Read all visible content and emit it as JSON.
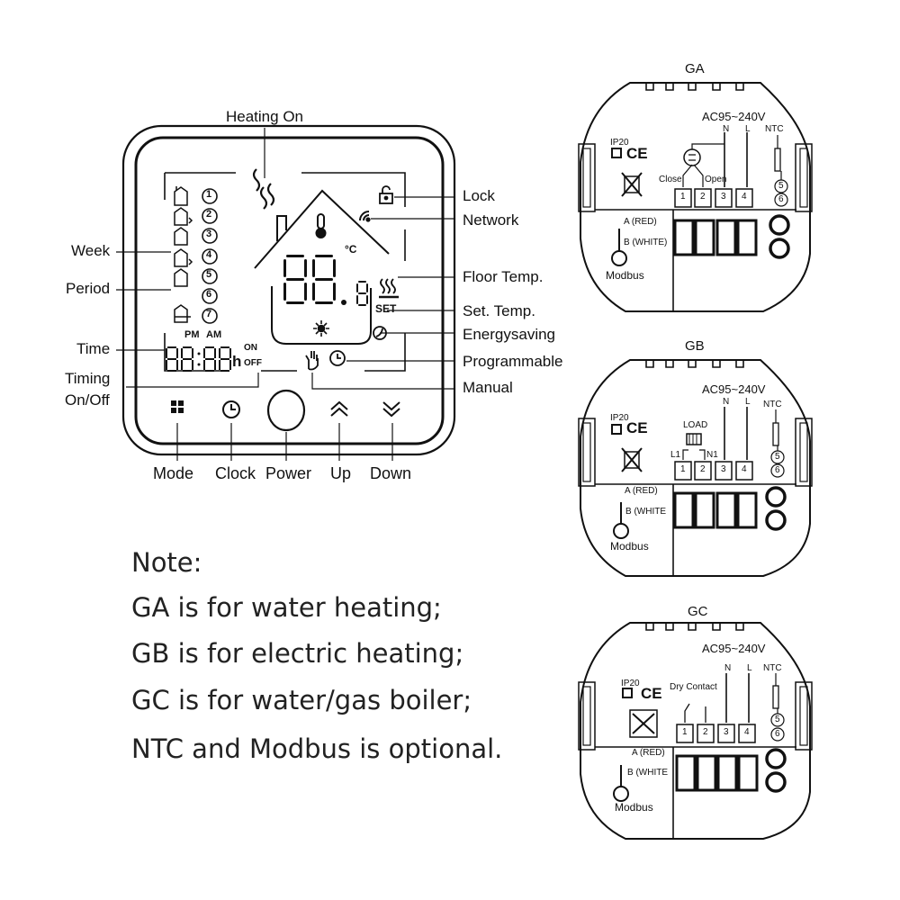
{
  "thermostat": {
    "callouts": {
      "heating_on": "Heating On",
      "lock": "Lock",
      "network": "Network",
      "week": "Week",
      "period": "Period",
      "floor_temp": "Floor Temp.",
      "set_temp": "Set. Temp.",
      "energysaving": "Energysaving",
      "time": "Time",
      "programmable": "Programmable",
      "timing_on_off_line1": "Timing",
      "timing_on_off_line2": "On/Off",
      "manual": "Manual"
    },
    "display": {
      "pm": "PM",
      "am": "AM",
      "on": "ON",
      "off": "OFF",
      "hour_unit": "h",
      "set": "SET",
      "degree_c": "°C",
      "periods": [
        "1",
        "2",
        "3",
        "4",
        "5",
        "6",
        "7"
      ]
    },
    "buttons": [
      {
        "label": "Mode",
        "icon": "grid-icon"
      },
      {
        "label": "Clock",
        "icon": "clock-icon"
      },
      {
        "label": "Power",
        "icon": "power-icon"
      },
      {
        "label": "Up",
        "icon": "chevron-up-icon"
      },
      {
        "label": "Down",
        "icon": "chevron-down-icon"
      }
    ]
  },
  "notes": {
    "title": "Note:",
    "lines": [
      "GA is for water heating;",
      "GB is for electric heating;",
      "GC is for water/gas boiler;",
      "NTC and Modbus is optional."
    ]
  },
  "wiring": {
    "ga": {
      "title": "GA",
      "power": "AC95~240V",
      "ip20": "IP20",
      "ce": "CE",
      "n": "N",
      "l": "L",
      "ntc": "NTC",
      "close": "Close",
      "open": "Open",
      "terminals": [
        "1",
        "2",
        "3",
        "4"
      ],
      "sensor_terminals": [
        "5",
        "6"
      ],
      "a_red": "A (RED)",
      "b_white": "B (WHITE)",
      "modbus": "Modbus"
    },
    "gb": {
      "title": "GB",
      "power": "AC95~240V",
      "ip20": "IP20",
      "ce": "CE",
      "n": "N",
      "l": "L",
      "ntc": "NTC",
      "load": "LOAD",
      "l1": "L1",
      "n1": "N1",
      "terminals": [
        "1",
        "2",
        "3",
        "4"
      ],
      "sensor_terminals": [
        "5",
        "6"
      ],
      "a_red": "A (RED)",
      "b_white": "B (WHITE",
      "modbus": "Modbus"
    },
    "gc": {
      "title": "GC",
      "power": "AC95~240V",
      "ip20": "IP20",
      "ce": "CE",
      "n": "N",
      "l": "L",
      "ntc": "NTC",
      "dry_contact": "Dry Contact",
      "terminals": [
        "1",
        "2",
        "3",
        "4"
      ],
      "sensor_terminals": [
        "5",
        "6"
      ],
      "a_red": "A (RED)",
      "b_white": "B (WHITE",
      "modbus": "Modbus"
    }
  }
}
